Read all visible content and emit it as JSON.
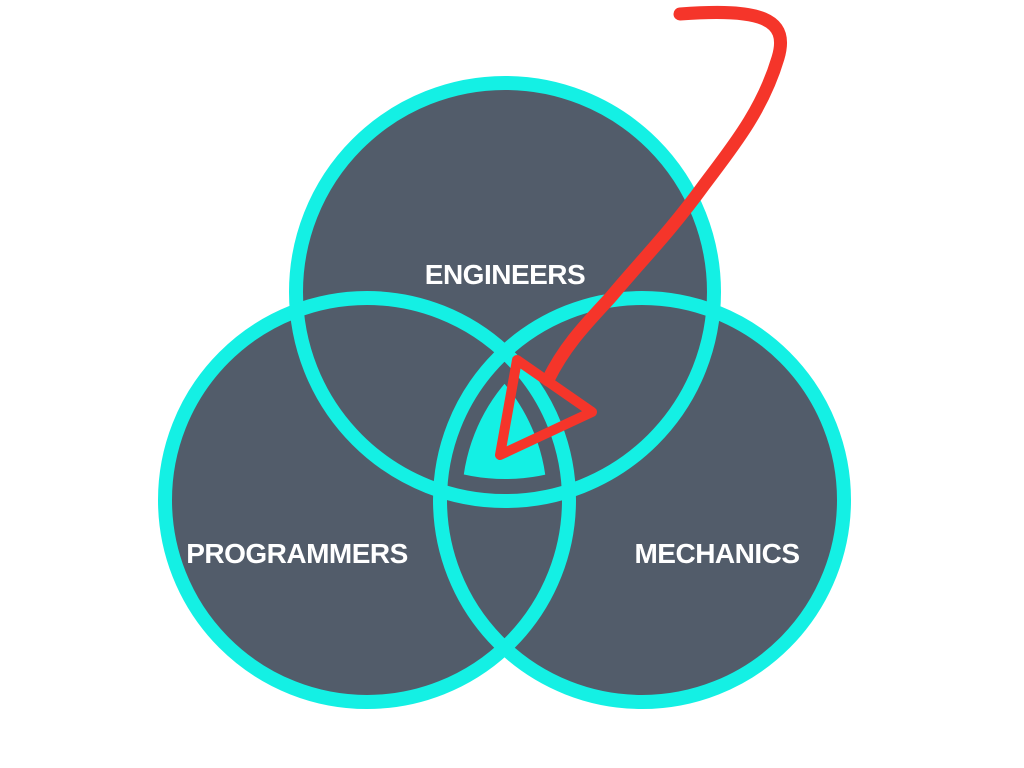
{
  "diagram": {
    "type": "venn-3",
    "sets": [
      {
        "id": "engineers",
        "label": "ENGINEERS"
      },
      {
        "id": "programmers",
        "label": "PROGRAMMERS"
      },
      {
        "id": "mechanics",
        "label": "MECHANICS"
      }
    ],
    "highlight": "center-intersection",
    "annotation": "red hand-drawn arrow pointing to the center intersection"
  },
  "colors": {
    "circle_fill": "#525c6a",
    "circle_stroke": "#14f0e4",
    "center_fill": "#14f0e4",
    "label_text": "#ffffff",
    "arrow": "#f5352a",
    "background": "#ffffff"
  }
}
